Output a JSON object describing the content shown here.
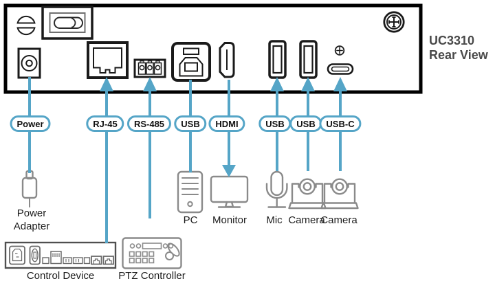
{
  "title": {
    "model": "UC3310",
    "view": "Rear View"
  },
  "port_pills": [
    "Power",
    "RJ-45",
    "RS-485",
    "USB",
    "HDMI",
    "USB",
    "USB",
    "USB-C"
  ],
  "device_labels": {
    "power_adapter": [
      "Power",
      "Adapter"
    ],
    "control_device": "Control Device",
    "ptz_controller": "PTZ Controller",
    "pc": "PC",
    "monitor": "Monitor",
    "mic": "Mic",
    "camera_left": "Camera",
    "camera_right": "Camera"
  },
  "icons": {
    "panel": [
      "slotted-screw-icon",
      "handle-slot-icon",
      "dc-power-jack-icon",
      "rj45-port-icon",
      "rs485-terminal-icon",
      "usb-b-port-icon",
      "hdmi-port-icon",
      "usb-a-port-icon",
      "usb-a-port-icon",
      "grounding-terminal-icon",
      "usb-c-port-icon",
      "grounding-screw-icon"
    ],
    "devices": [
      "power-adapter-icon",
      "control-device-icon",
      "ptz-controller-icon",
      "pc-tower-icon",
      "monitor-icon",
      "microphone-icon",
      "ptz-camera-icon",
      "ptz-camera-icon"
    ]
  },
  "colors": {
    "connector_blue": "#55a5c7",
    "device_gray": "#8a8a8a",
    "panel_border": "#000000",
    "title_text": "#4a4a4a",
    "label_text": "#1c1c1c"
  }
}
